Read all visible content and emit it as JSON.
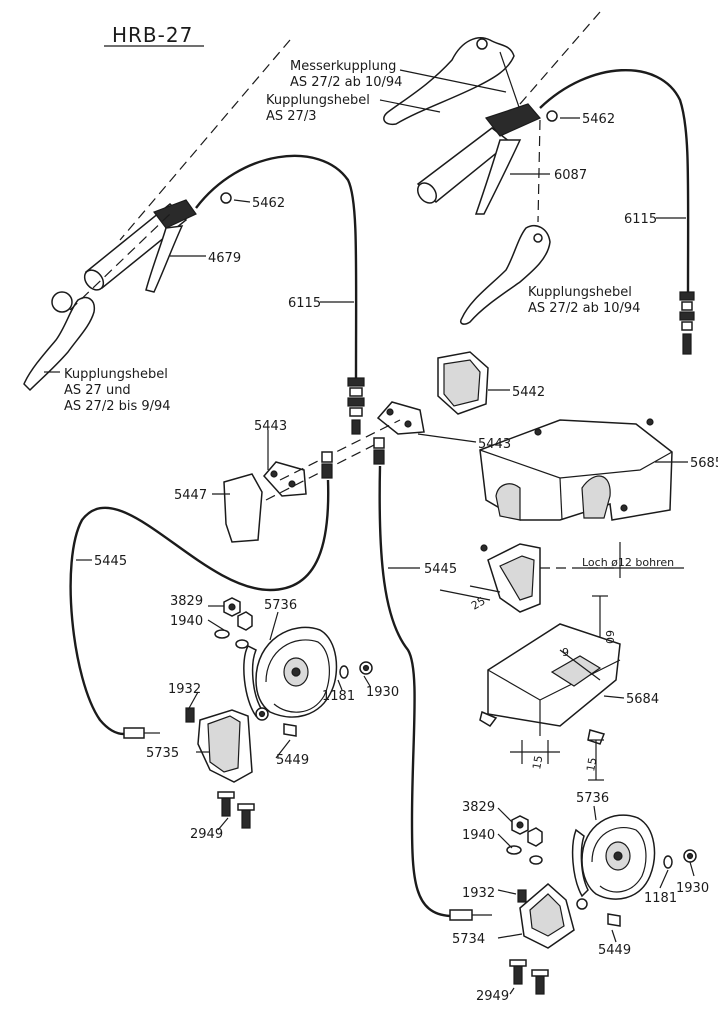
{
  "title": "HRB-27",
  "parts": {
    "p5462_top": "5462",
    "p5462_left": "5462",
    "p6087": "6087",
    "p6115_right": "6115",
    "p6115_left": "6115",
    "p4679": "4679",
    "p5442": "5442",
    "p5443_left": "5443",
    "p5443_right": "5443",
    "p5685": "5685",
    "p5447": "5447",
    "p5445_left": "5445",
    "p5445_right": "5445",
    "p3829_a": "3829",
    "p1940_a": "1940",
    "p5736_a": "5736",
    "p1932_a": "1932",
    "p1181_a": "1181",
    "p1930_a": "1930",
    "p5735": "5735",
    "p5449_a": "5449",
    "p2949_a": "2949",
    "p5684": "5684",
    "p3829_b": "3829",
    "p5736_b": "5736",
    "p1940_b": "1940",
    "p1932_b": "1932",
    "p1181_b": "1181",
    "p1930_b": "1930",
    "p5734": "5734",
    "p5449_b": "5449",
    "p2949_b": "2949"
  },
  "notes": {
    "messer_1": "Messerkupplung",
    "messer_2": "AS 27/2 ab 10/94",
    "kupp3_1": "Kupplungshebel",
    "kupp3_2": "AS 27/3",
    "kupp2_1": "Kupplungshebel",
    "kupp2_2": "AS 27/2  ab 10/94",
    "kupp27_1": "Kupplungshebel",
    "kupp27_2": "AS 27  und",
    "kupp27_3": "AS 27/2  bis 9/94",
    "loch": "Loch ø12 bohren"
  },
  "dimensions": {
    "d25": "25",
    "d60": "60",
    "d9": "9",
    "d15a": "15",
    "d15b": "15"
  }
}
